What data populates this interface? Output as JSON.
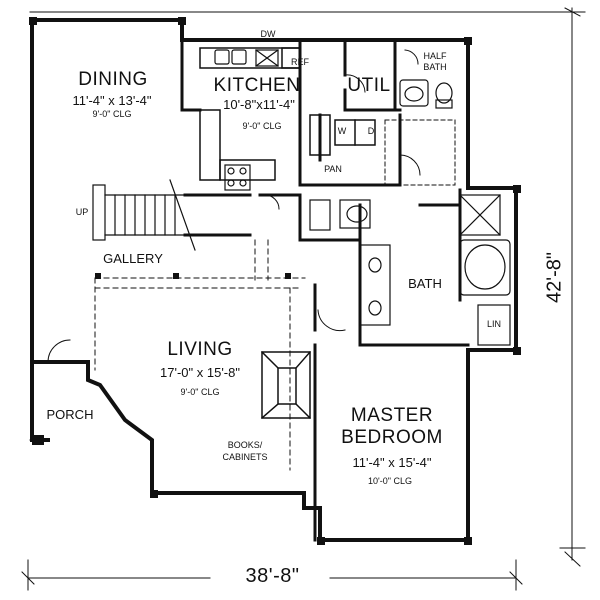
{
  "rooms": {
    "dining": {
      "name": "DINING",
      "size": "11'-4\" x 13'-4\"",
      "clg": "9'-0\" CLG"
    },
    "kitchen": {
      "name": "KITCHEN",
      "size": "10'-8\"x11'-4\"",
      "clg": "9'-0\" CLG"
    },
    "util": {
      "name": "UTIL"
    },
    "half_bath": {
      "name": "HALF\nBATH"
    },
    "living": {
      "name": "LIVING",
      "size": "17'-0\" x 15'-8\"",
      "clg": "9'-0\" CLG"
    },
    "master": {
      "name": "MASTER\nBEDROOM",
      "size": "11'-4\" x 15'-4\"",
      "clg": "10'-0\" CLG"
    },
    "bath": {
      "name": "BATH"
    },
    "gallery": {
      "name": "GALLERY"
    },
    "porch": {
      "name": "PORCH"
    }
  },
  "labels": {
    "ref": "REF",
    "dw": "DW",
    "w": "W",
    "d": "D",
    "pan": "PAN",
    "up": "UP",
    "lin": "LIN",
    "books": "BOOKS/\nCABINETS"
  },
  "dimensions": {
    "width": "38'-8\"",
    "depth": "42'-8\""
  }
}
